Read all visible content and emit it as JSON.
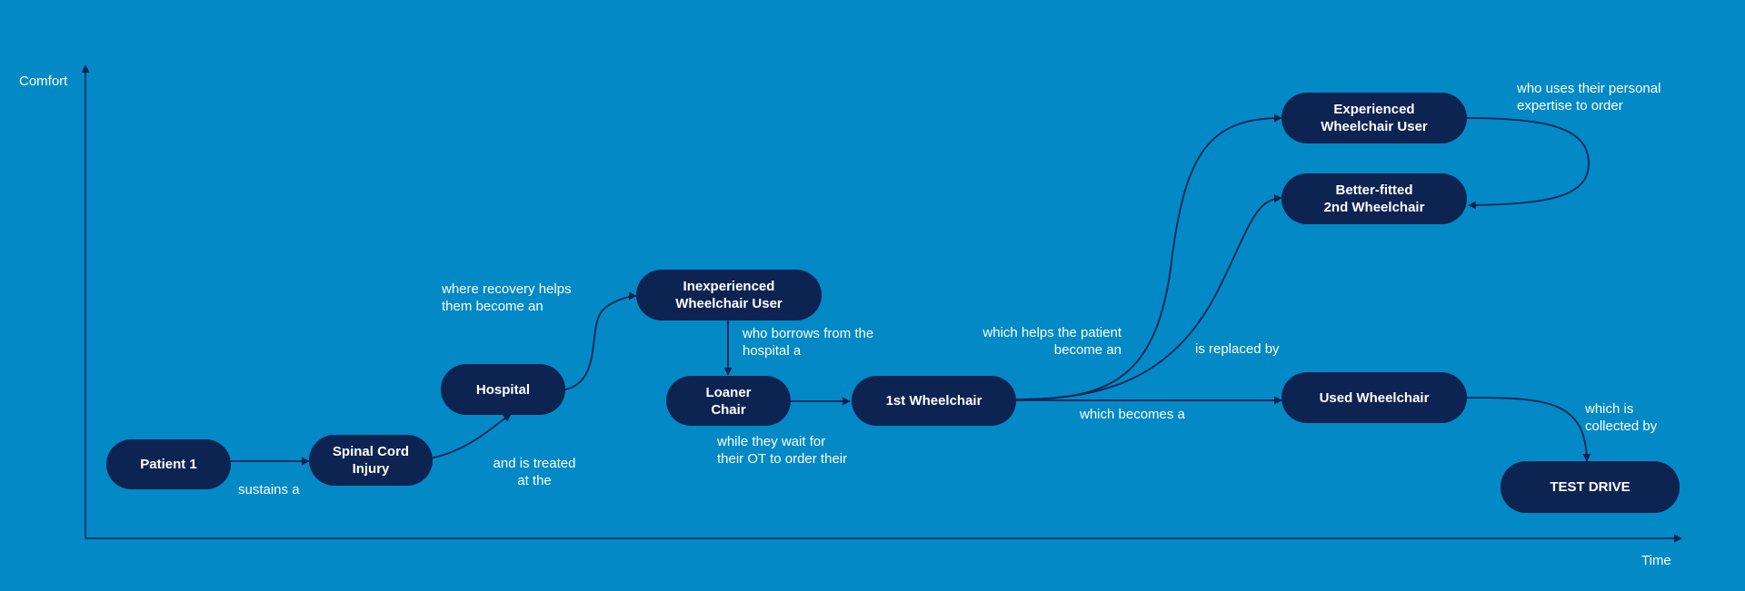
{
  "colors": {
    "background": "#0289c6",
    "node_fill": "#0d2352",
    "node_text": "#ffffff",
    "connector": "#0d2352",
    "label_text": "#ffffff"
  },
  "axes": {
    "y_label": "Comfort",
    "x_label": "Time"
  },
  "nodes": {
    "patient": "Patient 1",
    "spinal_cord_injury": "Spinal Cord\nInjury",
    "hospital": "Hospital",
    "inexperienced_user": "Inexperienced\nWheelchair User",
    "loaner_chair": "Loaner\nChair",
    "first_wheelchair": "1st Wheelchair",
    "experienced_user": "Experienced\nWheelchair User",
    "better_fitted": "Better-fitted\n2nd Wheelchair",
    "used_wheelchair": "Used Wheelchair",
    "test_drive": "TEST DRIVE"
  },
  "edge_labels": {
    "sustains": "sustains a",
    "treated": "and is treated\nat the",
    "recovery": "where recovery helps\nthem become an",
    "borrows": "who borrows from the\nhospital a",
    "waits": "while they wait for\ntheir OT to order their",
    "helps": "which helps the patient\nbecome an",
    "replaced": "is replaced by",
    "becomes": "which becomes a",
    "expertise": "who uses their personal\nexpertise to order",
    "collected": "which is\ncollected by"
  }
}
